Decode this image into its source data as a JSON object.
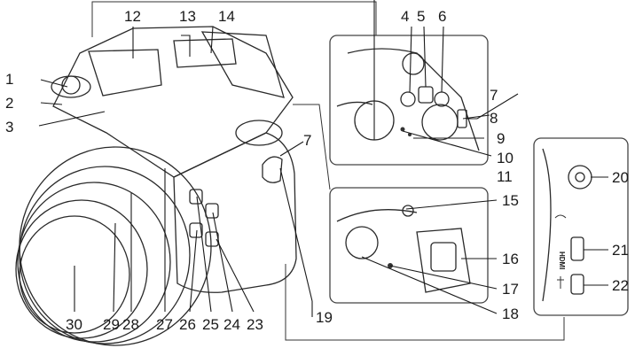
{
  "diagram": {
    "callouts": [
      "1",
      "2",
      "3",
      "4",
      "5",
      "6",
      "7",
      "8",
      "9",
      "10",
      "11",
      "12",
      "13",
      "14",
      "15",
      "16",
      "17",
      "18",
      "19",
      "20",
      "21",
      "22",
      "23",
      "24",
      "25",
      "26",
      "27",
      "28",
      "29",
      "30"
    ],
    "port_labels": {
      "hdmi": "HDMI",
      "usb_symbol": "USB"
    }
  },
  "colors": {
    "body_fill": "#f4f4f4",
    "outline": "#2a2a2a",
    "panel_border": "#444444",
    "background": "#ffffff"
  }
}
